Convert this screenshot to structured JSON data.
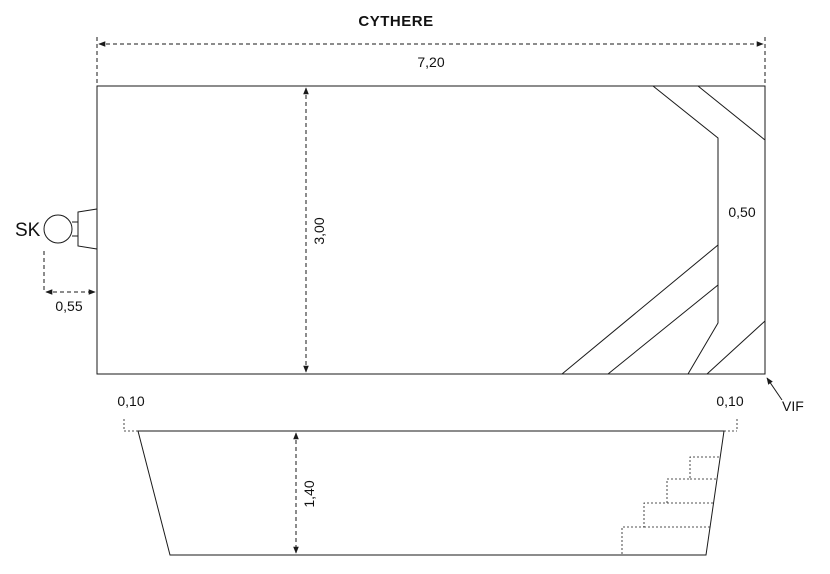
{
  "title": "CYTHERE",
  "dimensions": {
    "length": "7,20",
    "width": "3,00",
    "step_width": "0,50",
    "skimmer_offset": "0,55",
    "rim_left": "0,10",
    "rim_right": "0,10",
    "depth": "1,40"
  },
  "labels": {
    "skimmer": "SK",
    "vif": "VIF"
  }
}
